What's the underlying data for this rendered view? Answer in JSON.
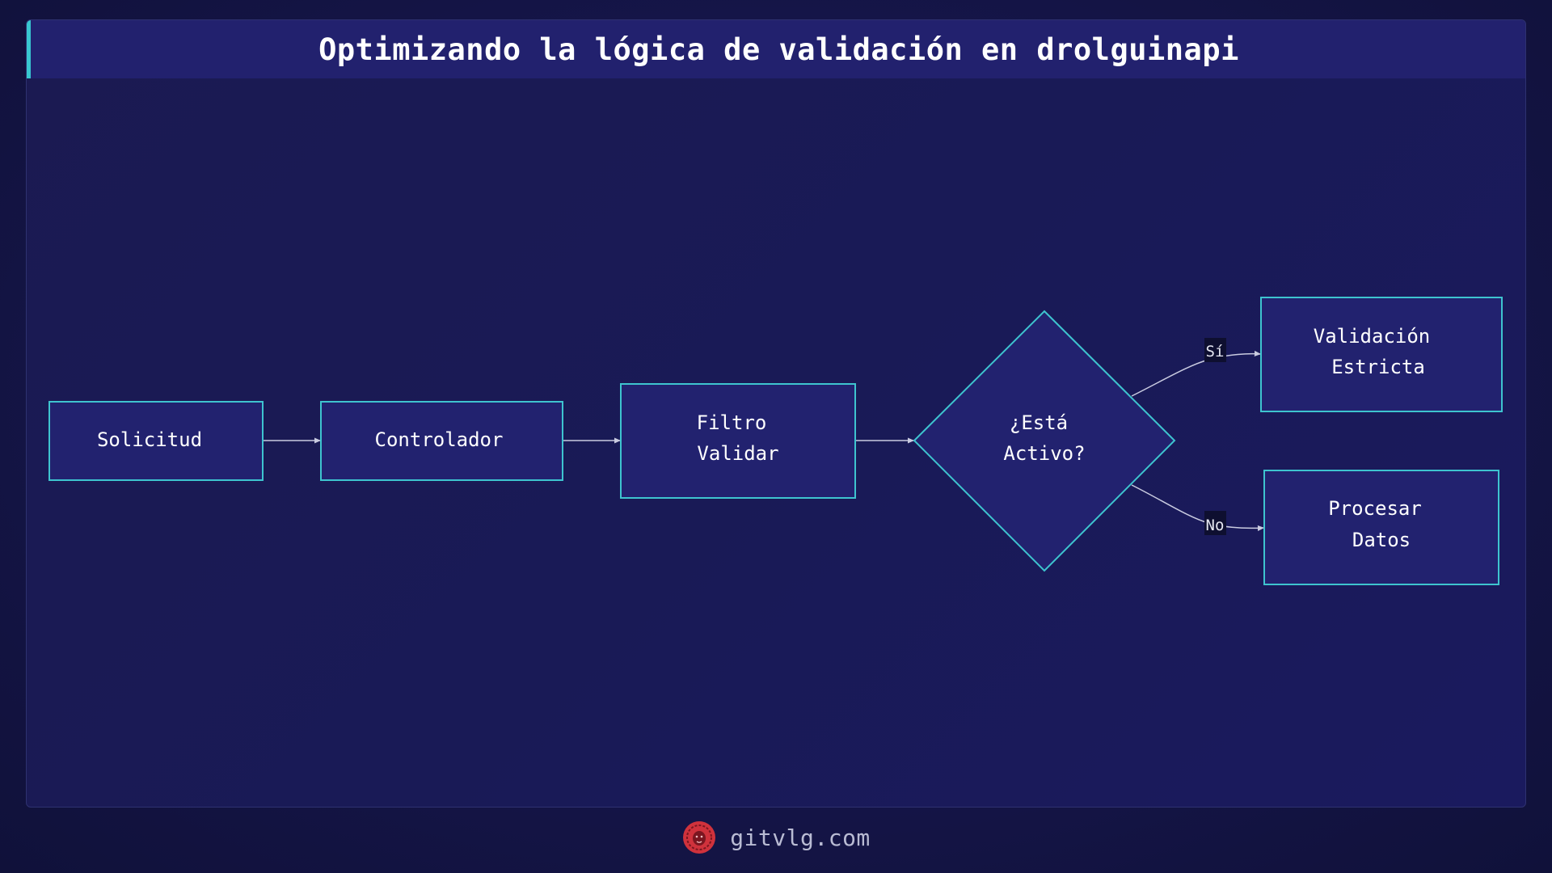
{
  "title": "Optimizando la lógica de validación en drolguinapi",
  "nodes": {
    "solicitud": [
      "Solicitud"
    ],
    "controlador": [
      "Controlador"
    ],
    "filtro": [
      "Filtro",
      "Validar"
    ],
    "decision": [
      "¿Está",
      "Activo?"
    ],
    "validacion": [
      "Validación",
      "Estricta"
    ],
    "procesar": [
      "Procesar",
      "Datos"
    ]
  },
  "edges": {
    "yes_label": "Sí",
    "no_label": "No"
  },
  "footer": {
    "site": "gitvlg.com"
  },
  "colors": {
    "accent": "#3ec4cf",
    "node_fill": "#22226f",
    "background": "#151548",
    "logo": "#d0323c"
  }
}
